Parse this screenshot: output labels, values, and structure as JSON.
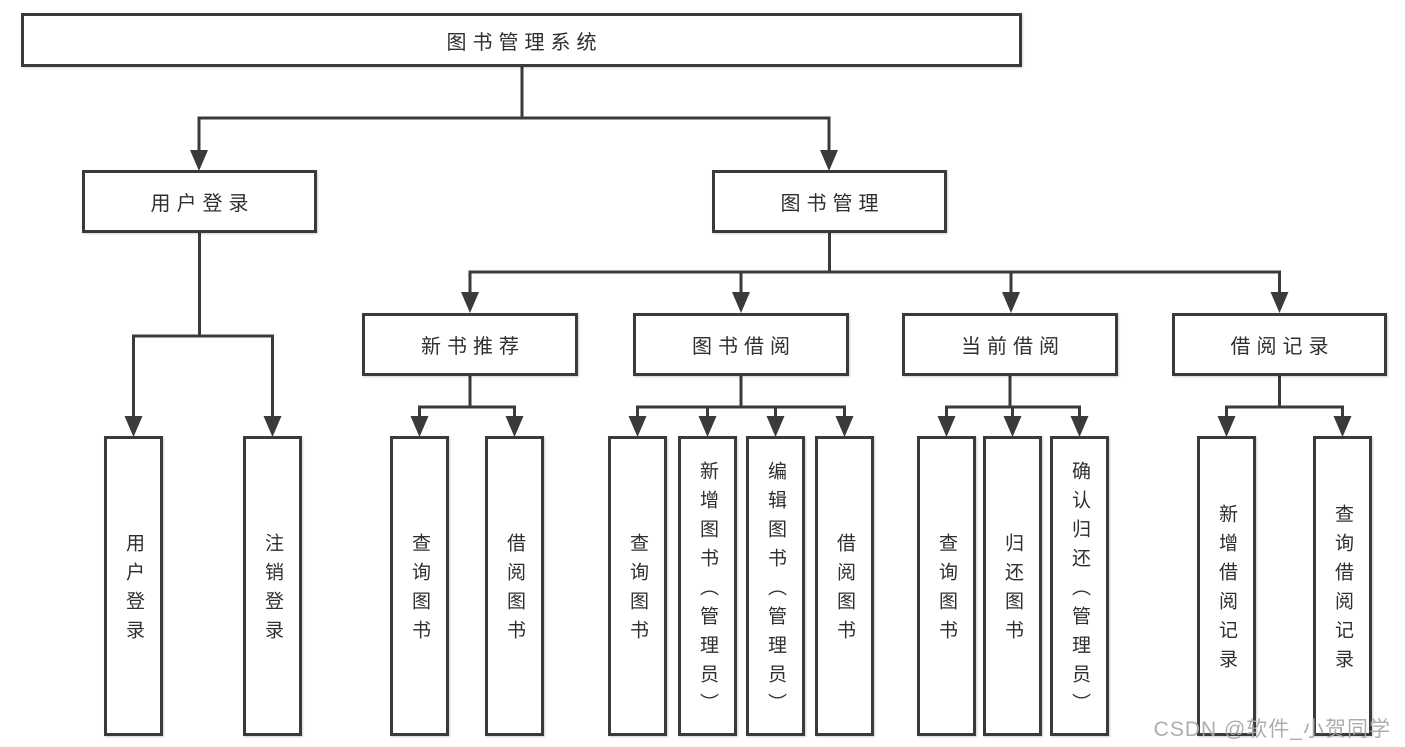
{
  "style": {
    "line_color": "#3a3a3a",
    "box_border_color": "#3a3a3a",
    "text_color": "#2f2f2f",
    "watermark_color": "#a8a8a8",
    "background_color": "#ffffff"
  },
  "tree": {
    "root": "图书管理系统",
    "level2": [
      {
        "label": "用户登录",
        "leaves": [
          "用户登录",
          "注销登录"
        ]
      },
      {
        "label": "图书管理",
        "groups": [
          {
            "label": "新书推荐",
            "leaves": [
              "查询图书",
              "借阅图书"
            ]
          },
          {
            "label": "图书借阅",
            "leaves": [
              "查询图书",
              "新增图书（管理员）",
              "编辑图书（管理员）",
              "借阅图书"
            ]
          },
          {
            "label": "当前借阅",
            "leaves": [
              "查询图书",
              "归还图书",
              "确认归还（管理员）"
            ]
          },
          {
            "label": "借阅记录",
            "leaves": [
              "新增借阅记录",
              "查询借阅记录"
            ]
          }
        ]
      }
    ]
  },
  "watermark": "CSDN @软件_小贺同学"
}
